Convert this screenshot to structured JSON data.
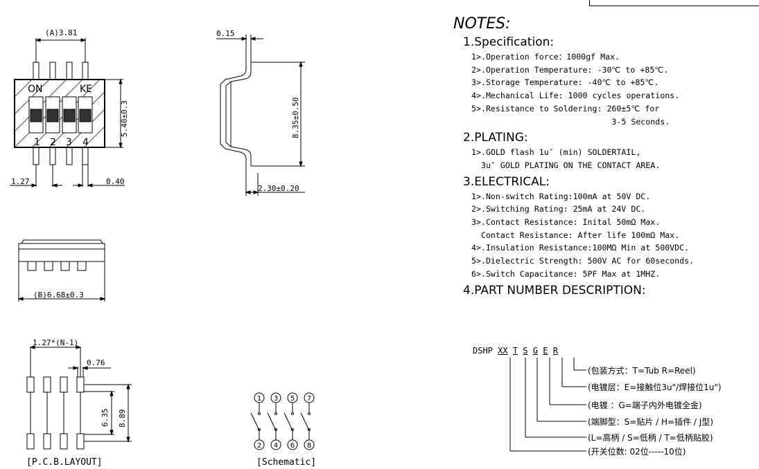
{
  "drawing": {
    "top_view": {
      "dim_a": "(A)3.81",
      "label_on": "ON",
      "label_ke": "KE",
      "pin_numbers": [
        "1",
        "2",
        "3",
        "4"
      ],
      "dim_height": "5.40±0.3",
      "dim_pitch": "1.27",
      "dim_pin_width": "0.40"
    },
    "side_view": {
      "dim_thickness": "0.15",
      "dim_height": "8.35±0.50",
      "dim_depth": "2.30±0.20"
    },
    "front_view": {
      "dim_b": "(B)6.68±0.3"
    },
    "pcb_layout": {
      "dim_span": "1.27*(N-1)",
      "dim_pad": "0.76",
      "dim_inner": "6.35",
      "dim_outer": "8.89",
      "caption": "[P.C.B.LAYOUT]"
    },
    "schematic": {
      "top_pins": [
        "1",
        "3",
        "5",
        "7"
      ],
      "bottom_pins": [
        "2",
        "4",
        "6",
        "8"
      ],
      "caption": "[Schematic]"
    }
  },
  "notes": {
    "title": "NOTES:",
    "sections": [
      {
        "heading": "1.Specification:",
        "items": [
          "1>.Operation force：1000gf Max.",
          "2>.Operation Temperature: -30℃ to +85℃.",
          "3>.Storage Temperature: -40℃ to +85℃.",
          "4>.Mechanical Life: 1000 cycles operations.",
          "5>.Resistance to Soldering: 260±5℃ for",
          "                             3-5 Seconds."
        ]
      },
      {
        "heading": "2.PLATING:",
        "items": [
          "1>.GOLD flash 1u″ (min) SOLDERTAIL,",
          "  3u″ GOLD PLATING ON THE CONTACT AREA."
        ]
      },
      {
        "heading": "3.ELECTRICAL:",
        "items": [
          "1>.Non-switch Rating:100mA at 50V DC.",
          "2>.Switching Rating: 25mA at 24V DC.",
          "3>.Contact Resistance: Inital 50mΩ Max.",
          "  Contact Resistance: After life 100mΩ Max.",
          "4>.Insulation Resistance:100MΩ Min at 500VDC.",
          "5>.Dielectric Strength: 500V AC for 60seconds.",
          "6>.Switch Capacitance: 5PF Max at 1MHZ."
        ]
      },
      {
        "heading": "4.PART NUMBER DESCRIPTION:",
        "items": []
      }
    ]
  },
  "part_number": {
    "prefix": "DSHP",
    "codes": [
      "XX",
      "T",
      "S",
      "G",
      "E",
      "R"
    ],
    "descriptions": [
      "(包装方式：T=Tub R=Reel)",
      "(电镀层：E=接触位3u\"/焊接位1u\")",
      "(电镀  ：G=端子内外电镀全金)",
      "(端脚型：S=贴片 / H=插件 / J型)",
      "(L=高柄 / S=低柄 / T=低柄贴胶)",
      "(开关位数: 02位-----10位)"
    ]
  }
}
